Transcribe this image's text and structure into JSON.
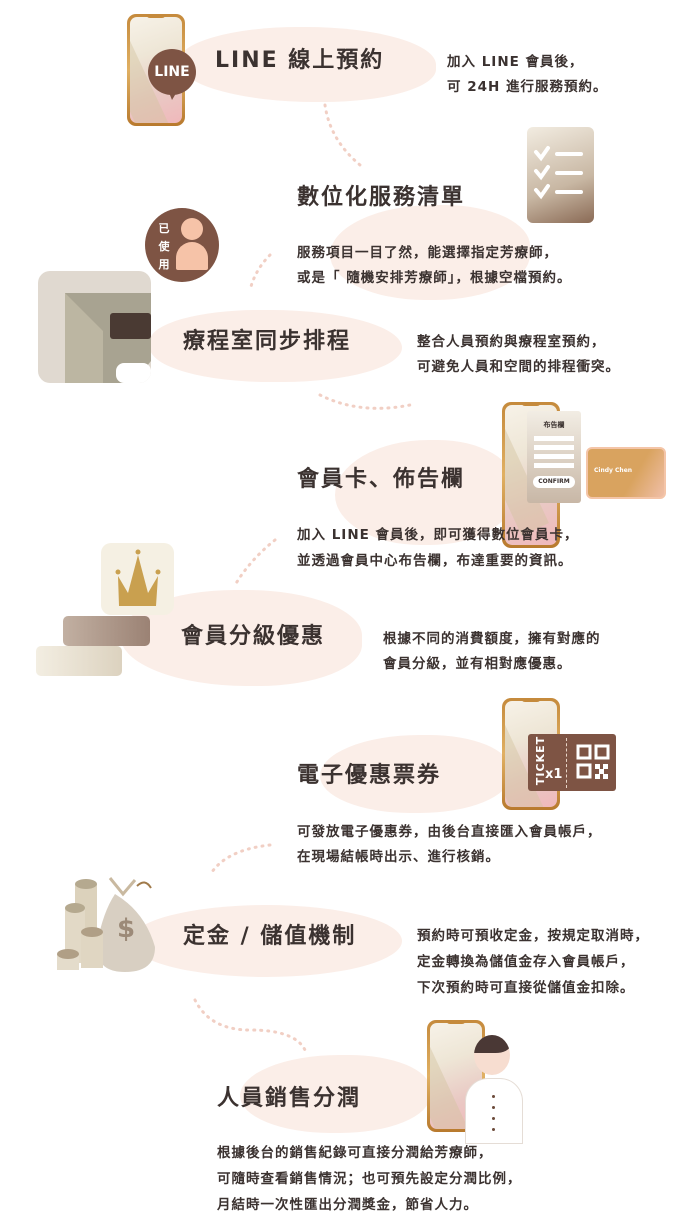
{
  "features": [
    {
      "title": "LINE 線上預約",
      "desc": [
        "加入 LINE 會員後，",
        "可 24H 進行服務預約。"
      ],
      "icon": "line-phone-icon",
      "badge": "LINE"
    },
    {
      "title": "數位化服務清單",
      "desc": [
        "服務項目一目了然，能選擇指定芳療師，",
        "或是「 隨機安排芳療師」，根據空檔預約。"
      ],
      "icon": "checklist-icon"
    },
    {
      "title": "療程室同步排程",
      "desc": [
        "整合人員預約與療程室預約，",
        "可避免人員和空間的排程衝突。"
      ],
      "icon": "room-door-icon",
      "badge": "已使用"
    },
    {
      "title": "會員卡、佈告欄",
      "desc": [
        "加入 LINE 會員後，即可獲得數位會員卡，",
        "並透過會員中心布告欄，布達重要的資訊。"
      ],
      "icon": "member-card-icon",
      "board_title": "布告欄",
      "board_button": "CONFIRM",
      "card_name": "Cindy Chen"
    },
    {
      "title": "會員分級優惠",
      "desc": [
        "根據不同的消費額度，擁有對應的",
        "會員分級，並有相對應優惠。"
      ],
      "icon": "crown-icon"
    },
    {
      "title": "電子優惠票券",
      "desc": [
        "可發放電子優惠券，由後台直接匯入會員帳戶，",
        "在現場結帳時出示、進行核銷。"
      ],
      "icon": "ticket-icon",
      "ticket_label": "TICKET",
      "ticket_count": "x1"
    },
    {
      "title": "定金 / 儲值機制",
      "desc": [
        "預約時可預收定金，按規定取消時，",
        "定金轉換為儲值金存入會員帳戶，",
        "下次預約時可直接從儲值金扣除。"
      ],
      "icon": "money-bag-icon"
    },
    {
      "title": "人員銷售分潤",
      "desc": [
        "根據後台的銷售紀錄可直接分潤給芳療師，",
        "可隨時查看銷售情況；也可預先設定分潤比例，",
        "月結時一次性匯出分潤獎金，節省人力。"
      ],
      "icon": "staff-phone-icon"
    }
  ],
  "colors": {
    "blob": "#fbeee8",
    "brown": "#7e5444",
    "text": "#3b3230"
  }
}
